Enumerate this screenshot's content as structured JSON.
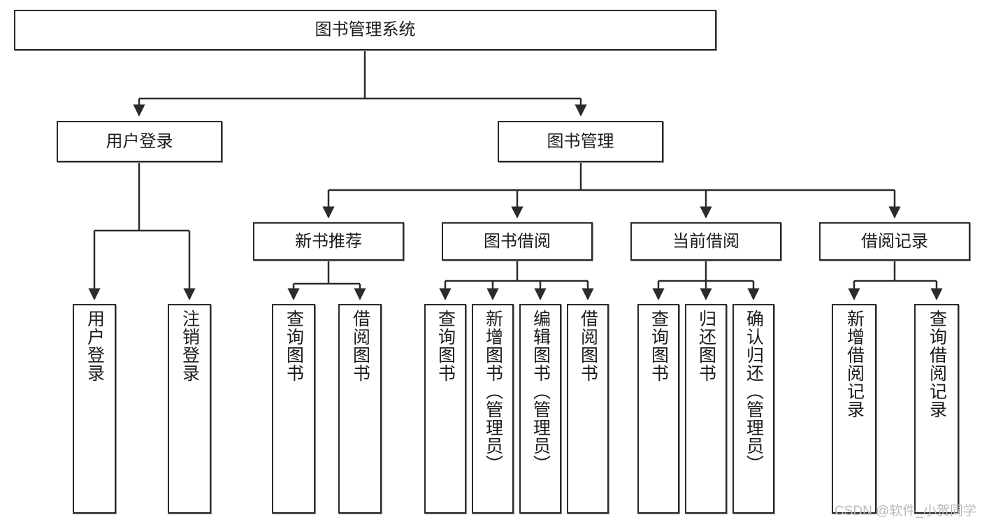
{
  "diagram": {
    "type": "tree-hierarchy-chart",
    "title": "图书管理系统",
    "orientation": "top-down",
    "colors": {
      "node_border": "#2b2b2b",
      "node_fill": "#ffffff",
      "connector": "#2b2b2b",
      "text": "#1b1b1b",
      "watermark": "#b9b9b9",
      "background": "#ffffff"
    },
    "levels": [
      {
        "level": 0,
        "nodes": [
          {
            "id": "root",
            "label": "图书管理系统",
            "orientation": "horizontal"
          }
        ]
      },
      {
        "level": 1,
        "nodes": [
          {
            "id": "user-login",
            "label": "用户登录",
            "orientation": "horizontal",
            "parent": "root"
          },
          {
            "id": "book-manage",
            "label": "图书管理",
            "orientation": "horizontal",
            "parent": "root"
          }
        ]
      },
      {
        "level": 2,
        "nodes": [
          {
            "id": "new-book-recommend",
            "label": "新书推荐",
            "orientation": "horizontal",
            "parent": "book-manage"
          },
          {
            "id": "book-borrow",
            "label": "图书借阅",
            "orientation": "horizontal",
            "parent": "book-manage"
          },
          {
            "id": "current-borrow",
            "label": "当前借阅",
            "orientation": "horizontal",
            "parent": "book-manage"
          },
          {
            "id": "borrow-record",
            "label": "借阅记录",
            "orientation": "horizontal",
            "parent": "book-manage"
          }
        ]
      },
      {
        "level": 3,
        "nodes": [
          {
            "id": "leaf-user-login",
            "label": "用户登录",
            "orientation": "vertical",
            "parent": "user-login"
          },
          {
            "id": "leaf-logout",
            "label": "注销登录",
            "orientation": "vertical",
            "parent": "user-login"
          },
          {
            "id": "leaf-query-book-1",
            "label": "查询图书",
            "orientation": "vertical",
            "parent": "new-book-recommend"
          },
          {
            "id": "leaf-borrow-book-1",
            "label": "借阅图书",
            "orientation": "vertical",
            "parent": "new-book-recommend"
          },
          {
            "id": "leaf-query-book-2",
            "label": "查询图书",
            "orientation": "vertical",
            "parent": "book-borrow"
          },
          {
            "id": "leaf-add-book",
            "label": "新增图书（管理员）",
            "orientation": "vertical",
            "parent": "book-borrow"
          },
          {
            "id": "leaf-edit-book",
            "label": "编辑图书（管理员）",
            "orientation": "vertical",
            "parent": "book-borrow"
          },
          {
            "id": "leaf-borrow-book-2",
            "label": "借阅图书",
            "orientation": "vertical",
            "parent": "book-borrow"
          },
          {
            "id": "leaf-query-book-3",
            "label": "查询图书",
            "orientation": "vertical",
            "parent": "current-borrow"
          },
          {
            "id": "leaf-return-book",
            "label": "归还图书",
            "orientation": "vertical",
            "parent": "current-borrow"
          },
          {
            "id": "leaf-confirm-return",
            "label": "确认归还（管理员）",
            "orientation": "vertical",
            "parent": "current-borrow"
          },
          {
            "id": "leaf-add-record",
            "label": "新增借阅记录",
            "orientation": "vertical",
            "parent": "borrow-record"
          },
          {
            "id": "leaf-query-record",
            "label": "查询借阅记录",
            "orientation": "vertical",
            "parent": "borrow-record"
          }
        ]
      }
    ]
  },
  "watermark": {
    "text": "CSDN @软件_小贺同学"
  }
}
